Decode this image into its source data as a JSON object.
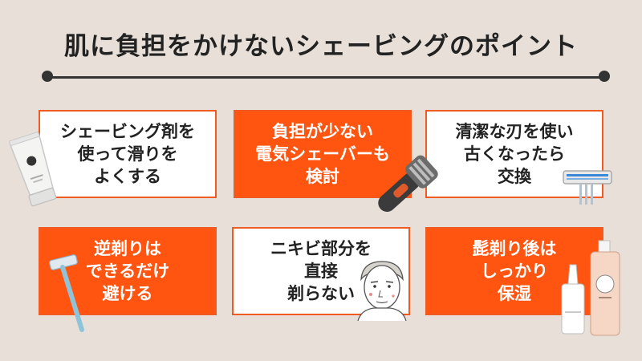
{
  "title": "肌に負担をかけないシェービングのポイント",
  "colors": {
    "background": "#e8e0d8",
    "accent": "#ff5510",
    "border": "#f05a23",
    "text": "#222222"
  },
  "cards": [
    {
      "text": "シェービング剤を\n使って滑りを\nよくする",
      "style": "white",
      "icon": "cream-tube-icon"
    },
    {
      "text": "負担が少ない\n電気シェーバーも\n検討",
      "style": "orange",
      "icon": "electric-shaver-icon"
    },
    {
      "text": "清潔な刃を使い\n古くなったら\n交換",
      "style": "white",
      "icon": "razor-blade-icon"
    },
    {
      "text": "逆剃りは\nできるだけ\n避ける",
      "style": "orange",
      "icon": "razor-icon"
    },
    {
      "text": "ニキビ部分を\n直接\n剃らない",
      "style": "white",
      "icon": "man-face-icon"
    },
    {
      "text": "髭剃り後は\nしっかり\n保湿",
      "style": "orange",
      "icon": "lotion-bottles-icon"
    }
  ]
}
